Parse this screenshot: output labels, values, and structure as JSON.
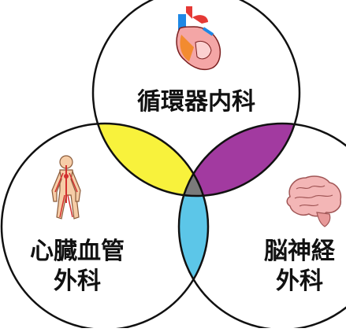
{
  "diagram": {
    "type": "venn",
    "sets": [
      {
        "id": "top",
        "label": "循環器内科",
        "icon": "heart-icon"
      },
      {
        "id": "left",
        "label_line1": "心臓血管",
        "label_line2": "外科",
        "icon": "circulatory-system-icon"
      },
      {
        "id": "right",
        "label_line1": "脳神経",
        "label_line2": "外科",
        "icon": "brain-icon"
      }
    ],
    "colors": {
      "top_left_overlap": "#f8f23c",
      "top_right_overlap": "#a23aa0",
      "left_right_overlap": "#5cc6e8",
      "center_overlap": "#7a7a7a",
      "circle_stroke": "#111111",
      "background": "#ffffff"
    }
  }
}
